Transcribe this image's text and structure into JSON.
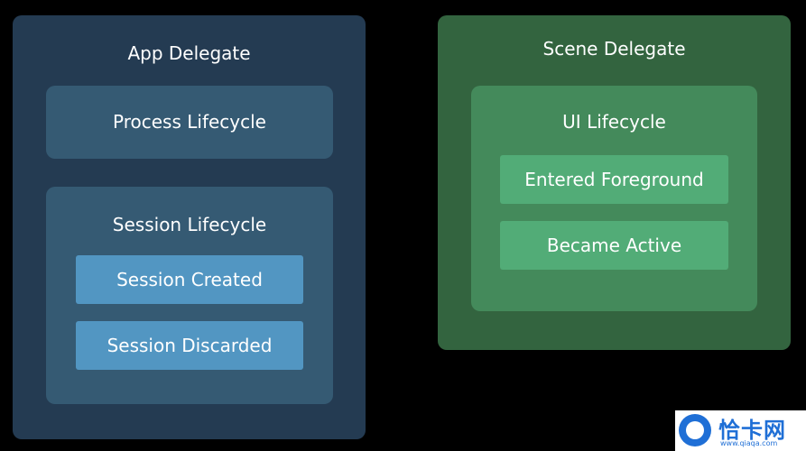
{
  "app_delegate": {
    "title": "App Delegate",
    "color": "#243b52",
    "process": {
      "title": "Process Lifecycle",
      "color": "#355a73"
    },
    "session": {
      "title": "Session Lifecycle",
      "color": "#355a73",
      "items": [
        "Session Created",
        "Session Discarded"
      ],
      "item_color": "#5296c2"
    }
  },
  "scene_delegate": {
    "title": "Scene Delegate",
    "color": "#33643f",
    "ui": {
      "title": "UI Lifecycle",
      "color": "#448a5b",
      "items": [
        "Entered Foreground",
        "Became Active"
      ],
      "item_color": "#52ac77"
    }
  },
  "watermark": {
    "text": "恰卡网",
    "url": "www.qiaqa.com",
    "color": "#1f6fd6"
  }
}
